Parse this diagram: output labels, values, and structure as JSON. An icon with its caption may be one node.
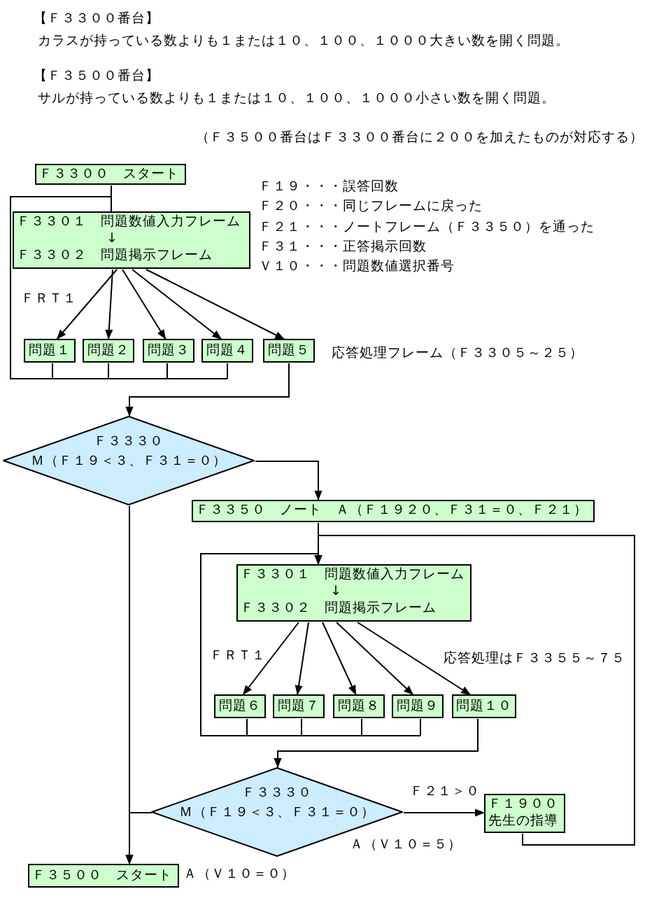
{
  "diagram": {
    "nodes": [
      {
        "text": [
          "Ｆ３３００　スタート"
        ]
      },
      {
        "text": [
          "Ｆ３３０１　問題数値入力フレーム",
          "↓",
          "Ｆ３３０２　問題掲示フレーム"
        ]
      },
      {
        "text": [
          "問題１"
        ]
      },
      {
        "text": [
          "問題２"
        ]
      },
      {
        "text": [
          "問題３"
        ]
      },
      {
        "text": [
          "問題４"
        ]
      },
      {
        "text": [
          "問題５"
        ]
      },
      {
        "text": [
          "Ｆ３３３０",
          "Ｍ（Ｆ１９＜３、Ｆ３１＝０）"
        ]
      },
      {
        "text": [
          "Ｆ３３５０　ノート　Ａ（Ｆ１９２０、Ｆ３１＝０、Ｆ２１）"
        ]
      },
      {
        "text": [
          "Ｆ３３０１　問題数値入力フレーム",
          "↓",
          "Ｆ３３０２　問題掲示フレーム"
        ]
      },
      {
        "text": [
          "問題６"
        ]
      },
      {
        "text": [
          "問題７"
        ]
      },
      {
        "text": [
          "問題８"
        ]
      },
      {
        "text": [
          "問題９"
        ]
      },
      {
        "text": [
          "問題１０"
        ]
      },
      {
        "text": [
          "Ｆ３３３０",
          "Ｍ（Ｆ１９＜３、Ｆ３１＝０）"
        ],
        "beside": [
          "Ａ（Ｖ１０＝５）"
        ]
      },
      {
        "text": [
          "Ｆ１９００",
          "先生の指導"
        ]
      },
      {
        "text": [
          "Ｆ３５００　スタート"
        ],
        "beside": [
          "Ａ（Ｖ１０＝０）"
        ]
      }
    ],
    "edges": [
      {
        "from": 0,
        "to": 1,
        "arrow": "none"
      },
      {
        "from": 1,
        "to": 2,
        "arrow": "to",
        "label": "ＦＲＴ１"
      },
      {
        "from": 1,
        "to": 3,
        "arrow": "to"
      },
      {
        "from": 1,
        "to": 4,
        "arrow": "to"
      },
      {
        "from": 1,
        "to": 5,
        "arrow": "to"
      },
      {
        "from": 1,
        "to": 6,
        "arrow": "to"
      },
      {
        "from": 2,
        "to": 1,
        "arrow": "none"
      },
      {
        "from": 3,
        "to": 1,
        "arrow": "none"
      },
      {
        "from": 4,
        "to": 1,
        "arrow": "none"
      },
      {
        "from": 5,
        "to": 1,
        "arrow": "none"
      },
      {
        "from": 6,
        "to": 7,
        "arrow": "to"
      },
      {
        "from": 7,
        "to": 8,
        "arrow": "to"
      },
      {
        "from": 7,
        "to": 17,
        "arrow": "to"
      },
      {
        "from": 8,
        "to": 9,
        "arrow": "none"
      },
      {
        "from": 9,
        "to": 10,
        "arrow": "to",
        "label": "ＦＲＴ１"
      },
      {
        "from": 9,
        "to": 11,
        "arrow": "to"
      },
      {
        "from": 9,
        "to": 12,
        "arrow": "to"
      },
      {
        "from": 9,
        "to": 13,
        "arrow": "to"
      },
      {
        "from": 9,
        "to": 14,
        "arrow": "to"
      },
      {
        "from": 10,
        "to": 9,
        "arrow": "to"
      },
      {
        "from": 11,
        "to": 9,
        "arrow": "to"
      },
      {
        "from": 12,
        "to": 9,
        "arrow": "to"
      },
      {
        "from": 13,
        "to": 9,
        "arrow": "to"
      },
      {
        "from": 14,
        "to": 15,
        "arrow": "to"
      },
      {
        "from": 15,
        "to": 16,
        "arrow": "to",
        "label": "Ｆ２１＞０"
      },
      {
        "from": 15,
        "to": 17,
        "arrow": "to"
      },
      {
        "from": 16,
        "to": 9,
        "arrow": "to"
      }
    ],
    "labels": [
      "【Ｆ３３００番台】",
      "カラスが持っている数よりも１または１０、１００、１０００大きい数を開く問題。",
      "【Ｆ３５００番台】",
      "サルが持っている数よりも１または１０、１００、１０００小さい数を開く問題。",
      "（Ｆ３５００番台はＦ３３００番台に２００を加えたものが対応する）",
      "Ｆ１９・・・誤答回数",
      "Ｆ２０・・・同じフレームに戻った",
      "Ｆ２１・・・ノートフレーム（Ｆ３３５０）を通った",
      "Ｆ３１・・・正答掲示回数",
      "Ｖ１０・・・問題数値選択番号",
      "応答処理フレーム（Ｆ３３０５～２５）",
      "応答処理はＦ３３５５～７５"
    ]
  }
}
